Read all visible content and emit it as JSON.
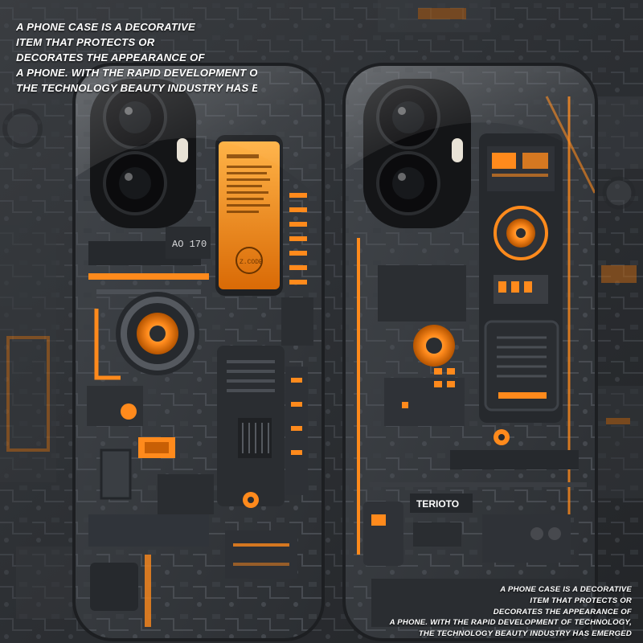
{
  "image": {
    "scene": "two phone cases with orange and dark grey mechanical circuit artwork",
    "colors": {
      "background": "#2a2d31",
      "case_body": "#33373c",
      "panel_dark": "#24272b",
      "accent_orange": "#ff8a1c",
      "accent_glow": "#ffb347",
      "camera_black": "#0b0b0d"
    }
  },
  "caption_top": {
    "lines": [
      "A PHONE CASE IS A DECORATIVE",
      "ITEM THAT PROTECTS OR",
      "DECORATES THE APPEARANCE OF",
      "A PHONE. WITH THE RAPID DEVELOPMENT OF TECHNOLOGY,",
      "THE TECHNOLOGY BEAUTY INDUSTRY HAS EMERGED"
    ]
  },
  "caption_bottom": {
    "lines": [
      "A PHONE CASE IS A DECORATIVE",
      "ITEM THAT PROTECTS OR",
      "DECORATES THE APPEARANCE OF",
      "A PHONE. WITH THE RAPID DEVELOPMENT OF TECHNOLOGY,",
      "THE TECHNOLOGY BEAUTY INDUSTRY HAS EMERGED"
    ]
  },
  "case_left": {
    "display_label": "AO 170",
    "screen_text": "Z.CODE"
  },
  "case_right": {
    "brand_label": "TERIOTO"
  }
}
